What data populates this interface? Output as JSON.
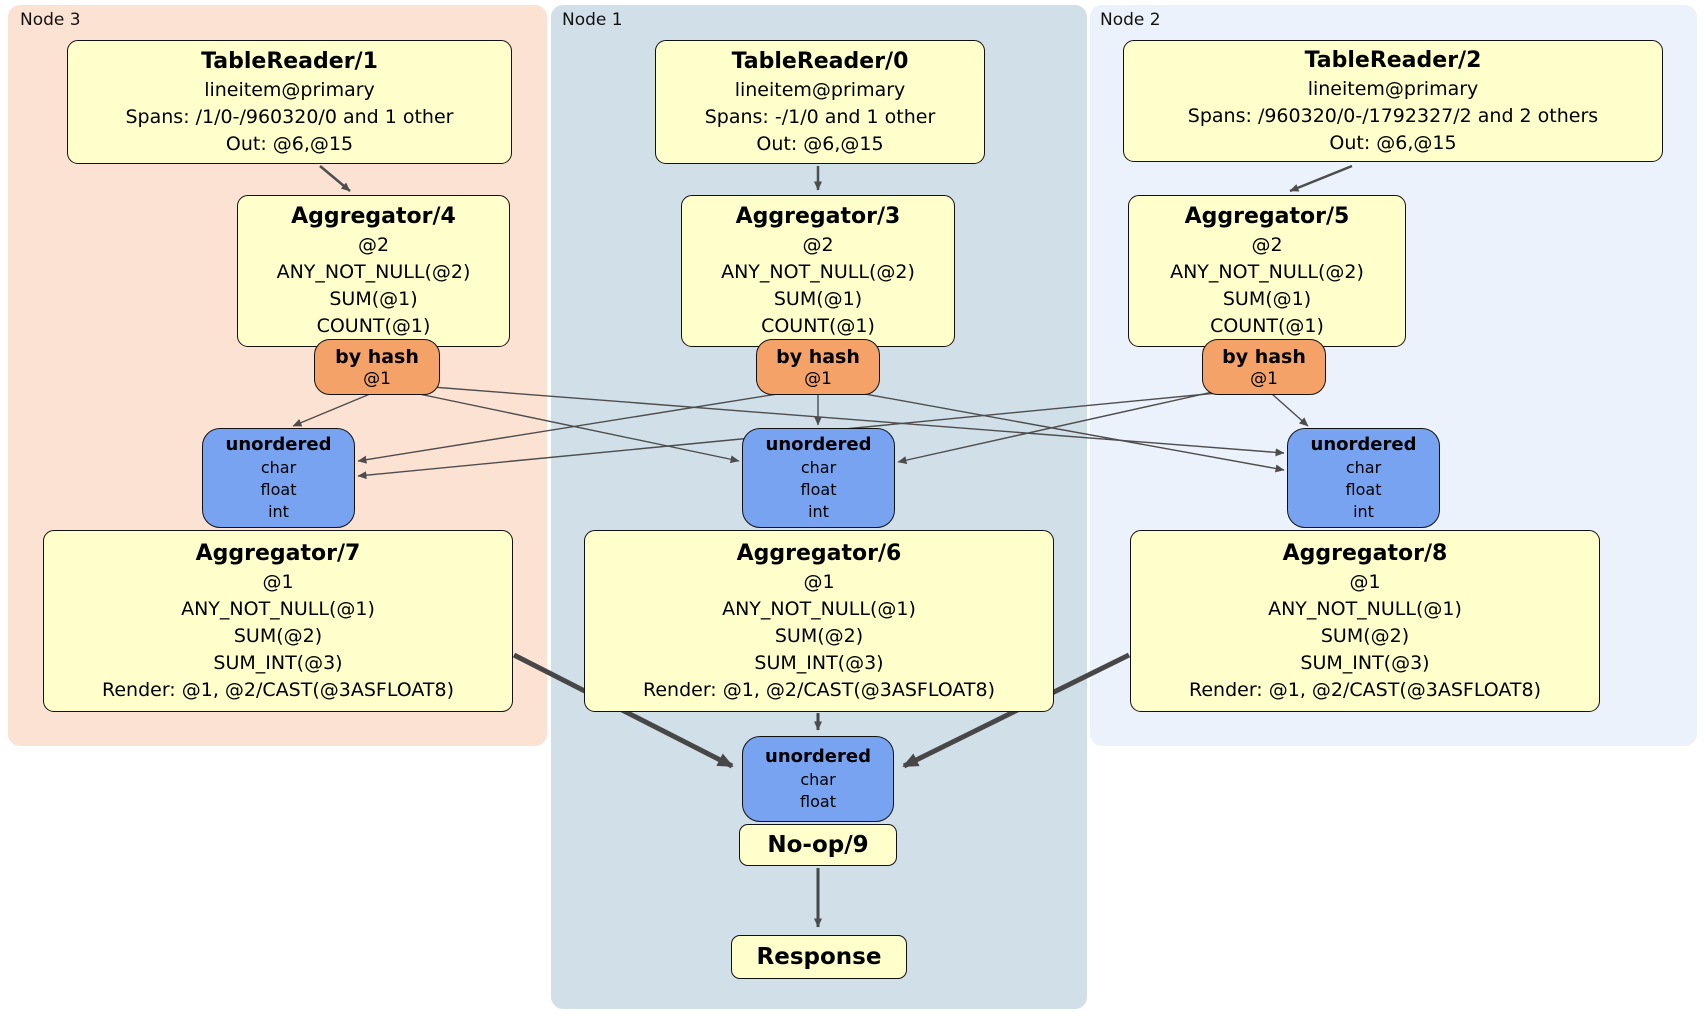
{
  "nodes": [
    {
      "label": "Node 3",
      "table_reader": {
        "title": "TableReader/1",
        "lines": [
          "lineitem@primary",
          "Spans: /1/0-/960320/0 and 1 other",
          "Out: @6,@15"
        ]
      },
      "aggregator_top": {
        "title": "Aggregator/4",
        "lines": [
          "@2",
          "ANY_NOT_NULL(@2)",
          "SUM(@1)",
          "COUNT(@1)"
        ]
      },
      "hash_router": {
        "title": "by hash",
        "detail": "@1"
      },
      "sync": {
        "title": "unordered",
        "streams": [
          "char",
          "float",
          "int"
        ]
      },
      "aggregator_bottom": {
        "title": "Aggregator/7",
        "lines": [
          "@1",
          "ANY_NOT_NULL(@1)",
          "SUM(@2)",
          "SUM_INT(@3)",
          "Render: @1, @2/CAST(@3ASFLOAT8)"
        ]
      }
    },
    {
      "label": "Node 1",
      "table_reader": {
        "title": "TableReader/0",
        "lines": [
          "lineitem@primary",
          "Spans: -/1/0 and 1 other",
          "Out: @6,@15"
        ]
      },
      "aggregator_top": {
        "title": "Aggregator/3",
        "lines": [
          "@2",
          "ANY_NOT_NULL(@2)",
          "SUM(@1)",
          "COUNT(@1)"
        ]
      },
      "hash_router": {
        "title": "by hash",
        "detail": "@1"
      },
      "sync": {
        "title": "unordered",
        "streams": [
          "char",
          "float",
          "int"
        ]
      },
      "aggregator_bottom": {
        "title": "Aggregator/6",
        "lines": [
          "@1",
          "ANY_NOT_NULL(@1)",
          "SUM(@2)",
          "SUM_INT(@3)",
          "Render: @1, @2/CAST(@3ASFLOAT8)"
        ]
      }
    },
    {
      "label": "Node 2",
      "table_reader": {
        "title": "TableReader/2",
        "lines": [
          "lineitem@primary",
          "Spans: /960320/0-/1792327/2 and 2 others",
          "Out: @6,@15"
        ]
      },
      "aggregator_top": {
        "title": "Aggregator/5",
        "lines": [
          "@2",
          "ANY_NOT_NULL(@2)",
          "SUM(@1)",
          "COUNT(@1)"
        ]
      },
      "hash_router": {
        "title": "by hash",
        "detail": "@1"
      },
      "sync": {
        "title": "unordered",
        "streams": [
          "char",
          "float",
          "int"
        ]
      },
      "aggregator_bottom": {
        "title": "Aggregator/8",
        "lines": [
          "@1",
          "ANY_NOT_NULL(@1)",
          "SUM(@2)",
          "SUM_INT(@3)",
          "Render: @1, @2/CAST(@3ASFLOAT8)"
        ]
      }
    }
  ],
  "final_stage": {
    "sync": {
      "title": "unordered",
      "streams": [
        "char",
        "float"
      ]
    },
    "noop": {
      "title": "No-op/9"
    },
    "response": {
      "title": "Response"
    }
  },
  "colors": {
    "node3_bg": "#fce2d2",
    "node1_bg": "#d1dfe9",
    "node2_bg": "#ecf2fb",
    "processor_bg": "#ffffcc",
    "router_bg": "#f5a269",
    "sync_bg": "#77a3f1",
    "edge": "#4d4d4d"
  }
}
